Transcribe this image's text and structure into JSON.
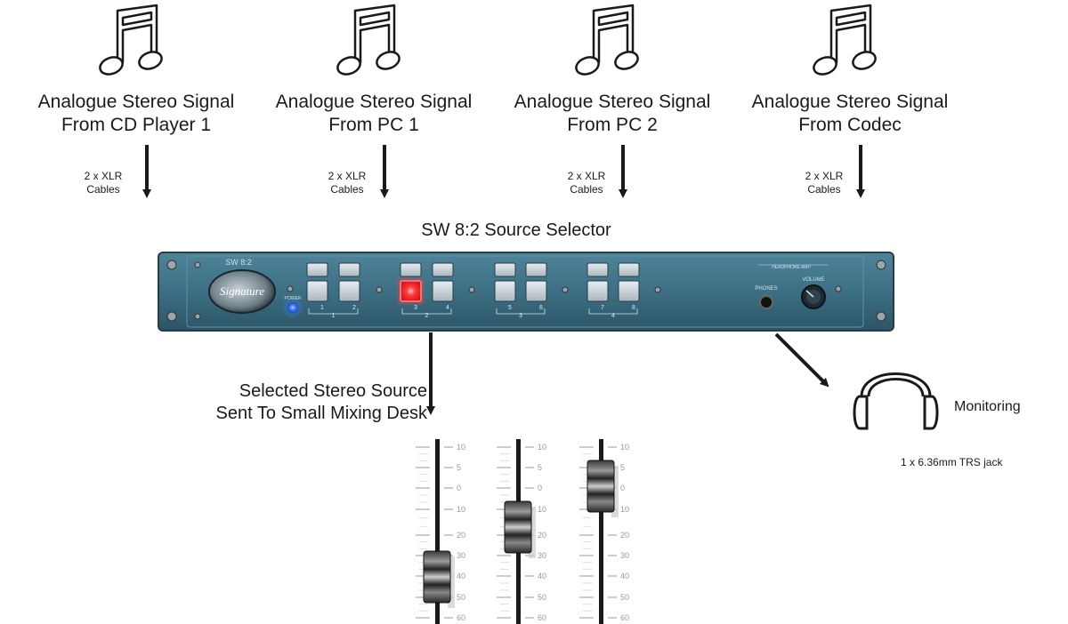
{
  "sources": [
    {
      "line1": "Analogue Stereo Signal",
      "line2": "From CD Player 1",
      "cable1": "2 x XLR",
      "cable2": "Cables"
    },
    {
      "line1": "Analogue Stereo Signal",
      "line2": "From PC 1",
      "cable1": "2 x XLR",
      "cable2": "Cables"
    },
    {
      "line1": "Analogue Stereo Signal",
      "line2": "From PC 2",
      "cable1": "2 x XLR",
      "cable2": "Cables"
    },
    {
      "line1": "Analogue Stereo Signal",
      "line2": "From Codec",
      "cable1": "2 x XLR",
      "cable2": "Cables"
    }
  ],
  "device": {
    "title": "SW 8:2 Source Selector",
    "model": "SW 8:2",
    "logo": "Signature",
    "power_label": "POWER",
    "phones_label": "PHONES",
    "headphone_amp_label": "HEADPHONE AMP",
    "volume_label": "VOLUME",
    "button_numbers": [
      "1",
      "2",
      "3",
      "4",
      "5",
      "6",
      "7",
      "8"
    ],
    "group_numbers": [
      "1",
      "2",
      "3",
      "4"
    ],
    "active_button": "3"
  },
  "mixer": {
    "caption_line1": "Selected Stereo Source",
    "caption_line2": "Sent To Small Mixing Desk",
    "scale": [
      "10",
      "5",
      "0",
      "10",
      "20",
      "30",
      "40",
      "50",
      "60"
    ]
  },
  "monitoring": {
    "label": "Monitoring",
    "jack": "1 x 6.36mm TRS jack"
  },
  "colors": {
    "panel": "#3d6f84",
    "active_led": "#ff2a2a",
    "power_led": "#3a7bff"
  }
}
